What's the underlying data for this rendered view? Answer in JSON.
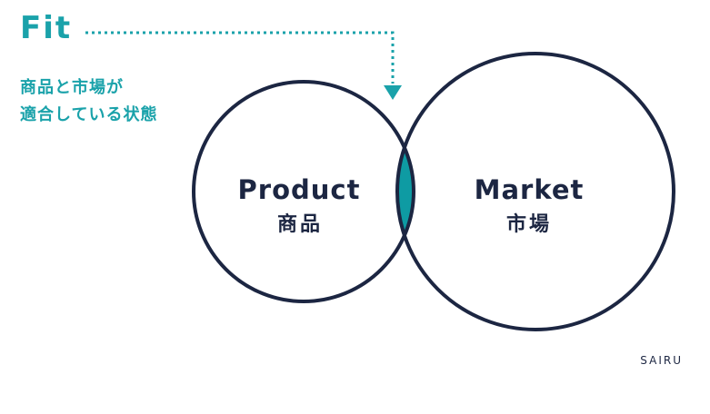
{
  "fit": {
    "title": "Fit",
    "description_line1": "商品と市場が",
    "description_line2": "適合している状態"
  },
  "product": {
    "label_en": "Product",
    "label_ja": "商品"
  },
  "market": {
    "label_en": "Market",
    "label_ja": "市場"
  },
  "brand": "SAIRU",
  "colors": {
    "accent": "#1aa2aa",
    "overlap_fill": "#0e9ba3",
    "outline": "#1c2642",
    "background": "#ffffff"
  }
}
